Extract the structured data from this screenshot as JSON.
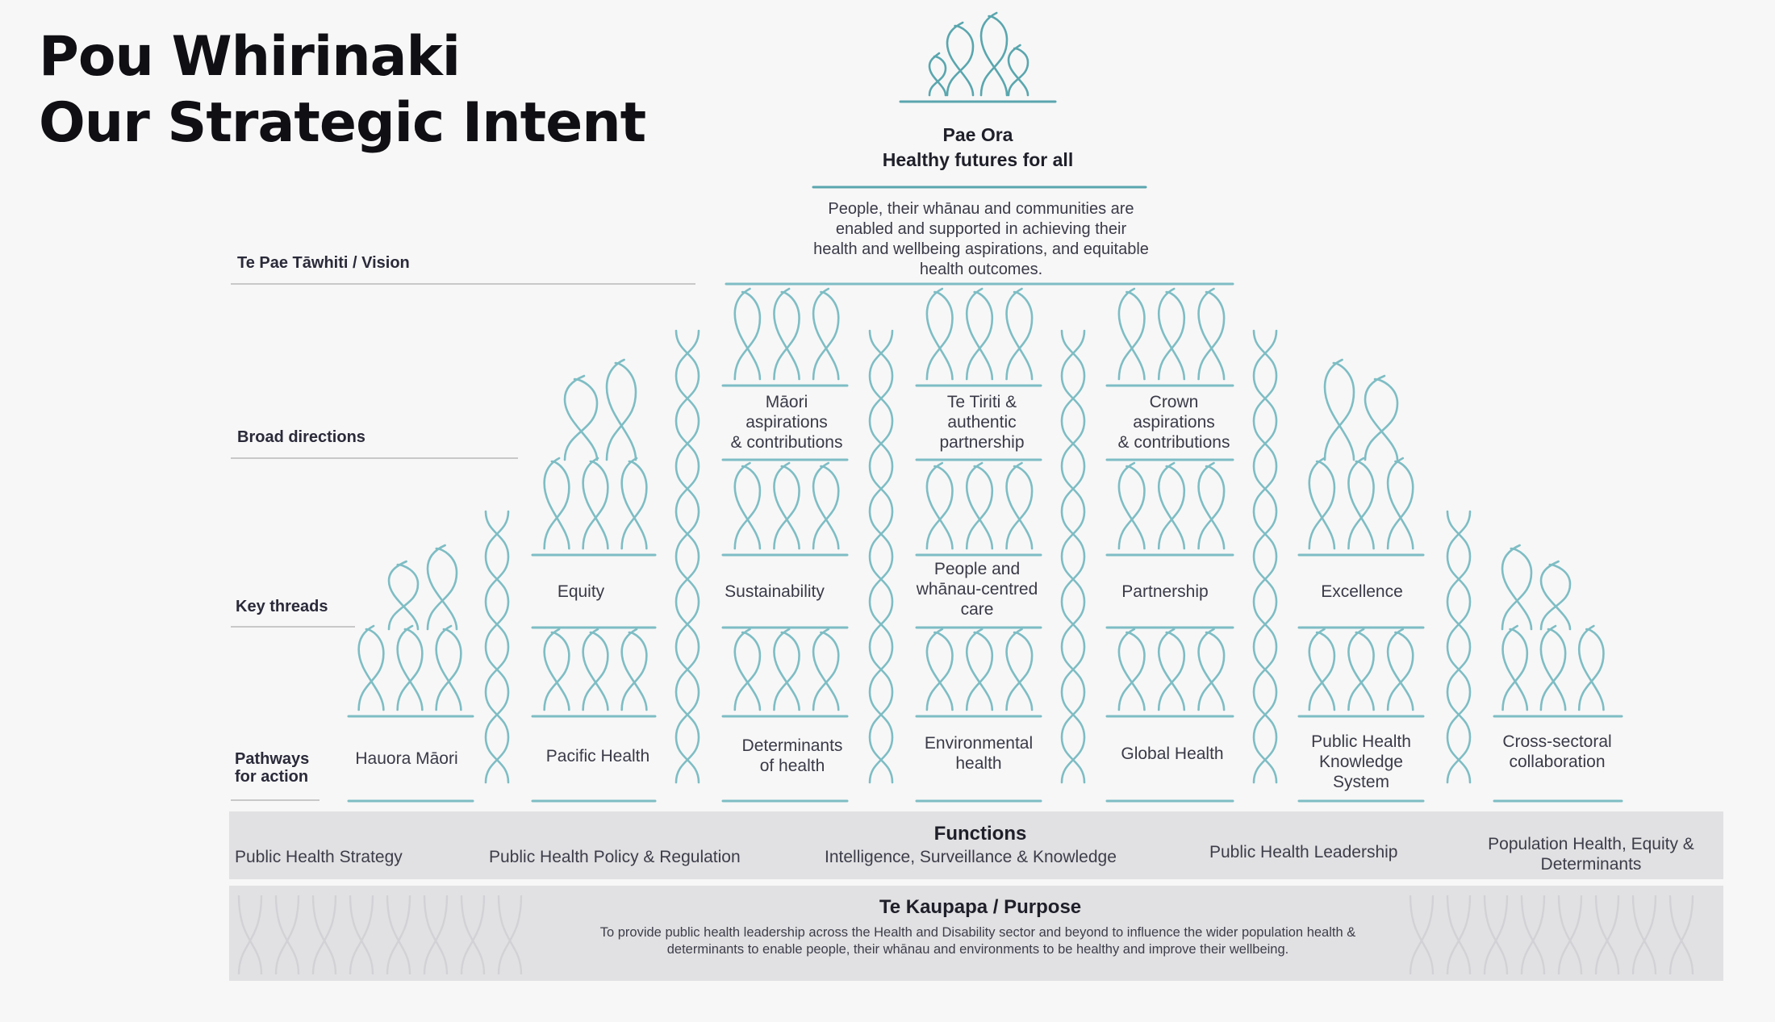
{
  "title": {
    "line1": "Pou Whirinaki",
    "line2": "Our Strategic Intent"
  },
  "apex": {
    "line1": "Pae Ora",
    "line2": "Healthy futures for all"
  },
  "vision_text": [
    "People, their whānau and communities are",
    "enabled and supported in achieving their",
    "health and wellbeing aspirations, and equitable",
    "health outcomes."
  ],
  "row_labels": {
    "vision": "Te Pae Tāwhiti / Vision",
    "broad": "Broad directions",
    "threads": "Key threads",
    "pathways_1": "Pathways",
    "pathways_2": "for action"
  },
  "broad_directions": [
    [
      "Māori",
      "aspirations",
      "& contributions"
    ],
    [
      "Te Tiriti &",
      "authentic",
      "partnership"
    ],
    [
      "Crown",
      "aspirations",
      "& contributions"
    ]
  ],
  "key_threads": [
    [
      "Equity"
    ],
    [
      "Sustainability"
    ],
    [
      "People and",
      "whānau-centred",
      "care"
    ],
    [
      "Partnership"
    ],
    [
      "Excellence"
    ]
  ],
  "pathways": [
    [
      "Hauora Māori"
    ],
    [
      "Pacific Health"
    ],
    [
      "Determinants",
      "of health"
    ],
    [
      "Environmental",
      "health"
    ],
    [
      "Global Health"
    ],
    [
      "Public Health",
      "Knowledge",
      "System"
    ],
    [
      "Cross-sectoral",
      "collaboration"
    ]
  ],
  "functions": {
    "title": "Functions",
    "items": [
      [
        "Public Health Strategy"
      ],
      [
        "Public Health Policy & Regulation"
      ],
      [
        "Intelligence, Surveillance & Knowledge"
      ],
      [
        "Public Health Leadership"
      ],
      [
        "Population Health, Equity &",
        "Determinants"
      ]
    ]
  },
  "purpose": {
    "title": "Te Kaupapa / Purpose",
    "text": "To provide public health leadership across the Health and Disability sector and beyond to influence the wider population health & determinants to enable people, their whānau and environments to be healthy and improve their wellbeing."
  },
  "colors": {
    "weave": "#7ebdc4",
    "weave_dark": "#5aa6ae",
    "rule": "#c8c8c8",
    "band": "#e1e1e3",
    "text": "#3a3a48",
    "title": "#0f0f14"
  },
  "icons": [
    "weave-motif-icon"
  ]
}
